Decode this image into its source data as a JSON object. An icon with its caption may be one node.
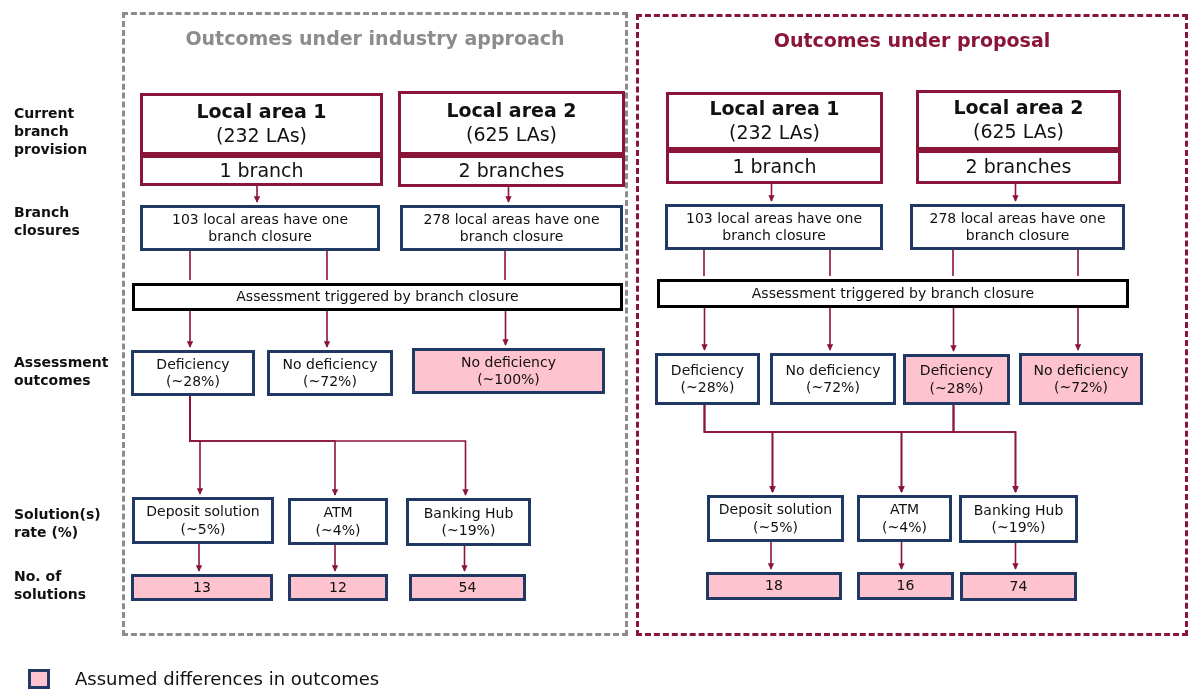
{
  "diagram": {
    "nodes": [
      {
        "text": [
          "Outcomes under industry approach"
        ]
      },
      {
        "text": [
          "Local area 1",
          "(232 LAs)"
        ],
        "in": 0
      },
      {
        "text": [
          "1 branch"
        ],
        "in": 0
      },
      {
        "text": [
          "Local area 2",
          "(625 LAs)"
        ],
        "in": 0
      },
      {
        "text": [
          "2 branches"
        ],
        "in": 0
      },
      {
        "text": [
          "103 local areas have one branch closure"
        ],
        "in": 0
      },
      {
        "text": [
          "278 local areas have one branch closure"
        ],
        "in": 0
      },
      {
        "text": [
          "Assessment triggered by branch closure"
        ],
        "in": 0
      },
      {
        "text": [
          "Deficiency (~28%)"
        ],
        "in": 0
      },
      {
        "text": [
          "No deficiency (~72%)"
        ],
        "in": 0
      },
      {
        "text": [
          "No deficiency (~100%)"
        ],
        "in": 0
      },
      {
        "text": [
          "Deposit solution (~5%)"
        ],
        "in": 0
      },
      {
        "text": [
          "ATM (~4%)"
        ],
        "in": 0
      },
      {
        "text": [
          "Banking Hub (~19%)"
        ],
        "in": 0
      },
      {
        "text": [
          "13"
        ],
        "in": 0
      },
      {
        "text": [
          "12"
        ],
        "in": 0
      },
      {
        "text": [
          "54"
        ],
        "in": 0
      },
      {
        "text": [
          "Outcomes under proposal"
        ]
      },
      {
        "text": [
          "Local area 1",
          "(232 LAs)"
        ],
        "in": 17
      },
      {
        "text": [
          "1 branch"
        ],
        "in": 17
      },
      {
        "text": [
          "Local area 2",
          "(625 LAs)"
        ],
        "in": 17
      },
      {
        "text": [
          "2 branches"
        ],
        "in": 17
      },
      {
        "text": [
          "103 local areas have one branch closure"
        ],
        "in": 17
      },
      {
        "text": [
          "278 local areas have one branch closure"
        ],
        "in": 17
      },
      {
        "text": [
          "Assessment triggered by branch closure"
        ],
        "in": 17
      },
      {
        "text": [
          "Deficiency (~28%)"
        ],
        "in": 17
      },
      {
        "text": [
          "No deficiency (~72%)"
        ],
        "in": 17
      },
      {
        "text": [
          "Deficiency (~28%)"
        ],
        "in": 17
      },
      {
        "text": [
          "No deficiency (~72%)"
        ],
        "in": 17
      },
      {
        "text": [
          "Deposit solution (~5%)"
        ],
        "in": 17
      },
      {
        "text": [
          "ATM (~4%)"
        ],
        "in": 17
      },
      {
        "text": [
          "Banking Hub (~19%)"
        ],
        "in": 17
      },
      {
        "text": [
          "18"
        ],
        "in": 17
      },
      {
        "text": [
          "16"
        ],
        "in": 17
      },
      {
        "text": [
          "74"
        ],
        "in": 17
      }
    ],
    "edges": [
      {
        "from": 2,
        "to": 5,
        "arrow": "to"
      },
      {
        "from": 4,
        "to": 6,
        "arrow": "to"
      },
      {
        "from": 5,
        "to": 7,
        "arrow": "none"
      },
      {
        "from": 5,
        "to": 7,
        "arrow": "none"
      },
      {
        "from": 6,
        "to": 7,
        "arrow": "none"
      },
      {
        "from": 7,
        "to": 8,
        "arrow": "to"
      },
      {
        "from": 7,
        "to": 9,
        "arrow": "to"
      },
      {
        "from": 7,
        "to": 10,
        "arrow": "to"
      },
      {
        "from": 8,
        "to": 11,
        "arrow": "to"
      },
      {
        "from": 8,
        "to": 12,
        "arrow": "to"
      },
      {
        "from": 8,
        "to": 13,
        "arrow": "to"
      },
      {
        "from": 11,
        "to": 14,
        "arrow": "to"
      },
      {
        "from": 12,
        "to": 15,
        "arrow": "to"
      },
      {
        "from": 13,
        "to": 16,
        "arrow": "to"
      },
      {
        "from": 19,
        "to": 22,
        "arrow": "to"
      },
      {
        "from": 21,
        "to": 23,
        "arrow": "to"
      },
      {
        "from": 22,
        "to": 24,
        "arrow": "none"
      },
      {
        "from": 22,
        "to": 24,
        "arrow": "none"
      },
      {
        "from": 23,
        "to": 24,
        "arrow": "none"
      },
      {
        "from": 23,
        "to": 24,
        "arrow": "none"
      },
      {
        "from": 24,
        "to": 25,
        "arrow": "to"
      },
      {
        "from": 24,
        "to": 26,
        "arrow": "to"
      },
      {
        "from": 24,
        "to": 27,
        "arrow": "to"
      },
      {
        "from": 24,
        "to": 28,
        "arrow": "to"
      },
      {
        "from": 25,
        "to": 29,
        "arrow": "to"
      },
      {
        "from": 25,
        "to": 30,
        "arrow": "to"
      },
      {
        "from": 25,
        "to": 31,
        "arrow": "to"
      },
      {
        "from": 27,
        "to": 29,
        "arrow": "to"
      },
      {
        "from": 27,
        "to": 30,
        "arrow": "to"
      },
      {
        "from": 27,
        "to": 31,
        "arrow": "to"
      },
      {
        "from": 29,
        "to": 32,
        "arrow": "to"
      },
      {
        "from": 30,
        "to": 33,
        "arrow": "to"
      },
      {
        "from": 31,
        "to": 34,
        "arrow": "to"
      }
    ],
    "labels": [
      "Current branch provision",
      "Branch closures",
      "Assessment outcomes",
      "Solution(s) rate (%)",
      "No. of solutions"
    ],
    "legend": [
      {
        "text": "Assumed differences in outcomes",
        "color": "#ffc2cf"
      }
    ]
  }
}
